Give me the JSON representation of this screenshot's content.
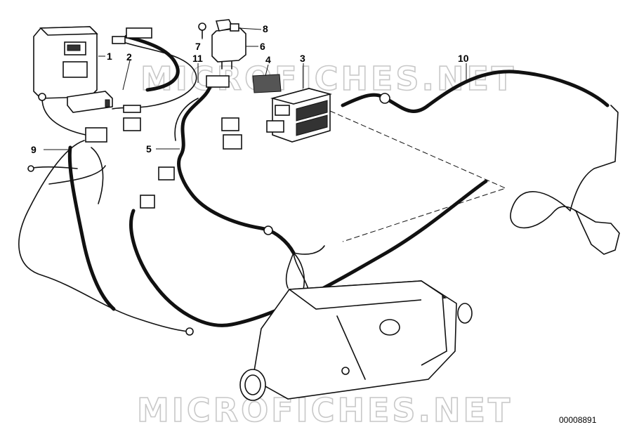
{
  "watermarks": [
    "MICROFICHES.NET",
    "MICROFICHES.NET"
  ],
  "document_number": "00008891",
  "callouts": [
    {
      "id": "1",
      "label": "1"
    },
    {
      "id": "2",
      "label": "2"
    },
    {
      "id": "3",
      "label": "3"
    },
    {
      "id": "4",
      "label": "4"
    },
    {
      "id": "5",
      "label": "5"
    },
    {
      "id": "6",
      "label": "6"
    },
    {
      "id": "7",
      "label": "7"
    },
    {
      "id": "8",
      "label": "8"
    },
    {
      "id": "9",
      "label": "9"
    },
    {
      "id": "10",
      "label": "10"
    },
    {
      "id": "11",
      "label": "11"
    }
  ]
}
